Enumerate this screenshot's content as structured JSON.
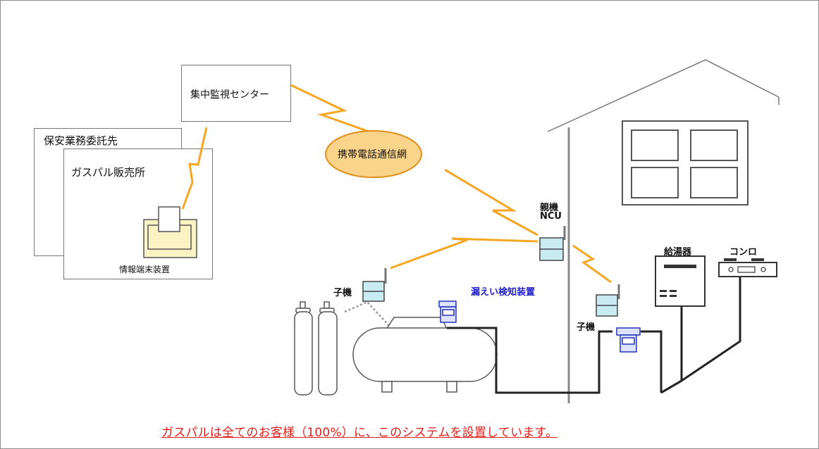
{
  "labels": {
    "center": "集中監視センター",
    "security_contractor": "保安業務委託先",
    "dealer": "ガスパル販売所",
    "terminal": "情報端末装置",
    "network": "携帯電話通信網",
    "parent_unit_line1": "親機",
    "parent_unit_line2": "NCU",
    "child_unit_tank": "子機",
    "child_unit_house": "子機",
    "leak_detector": "漏えい検知装置",
    "water_heater": "給湯器",
    "stove": "コンロ"
  },
  "caption": "ガスパルは全てのお客様（100%）に、このシステムを設置しています。",
  "colors": {
    "radio_link": "#f5a623",
    "network_fill": "#fad48a",
    "network_stroke": "#e0901c",
    "unit_fill": "#c8ecf2",
    "terminal_fill": "#fbf3c4",
    "caption": "#e0201c",
    "leak_label": "#2222cc"
  }
}
